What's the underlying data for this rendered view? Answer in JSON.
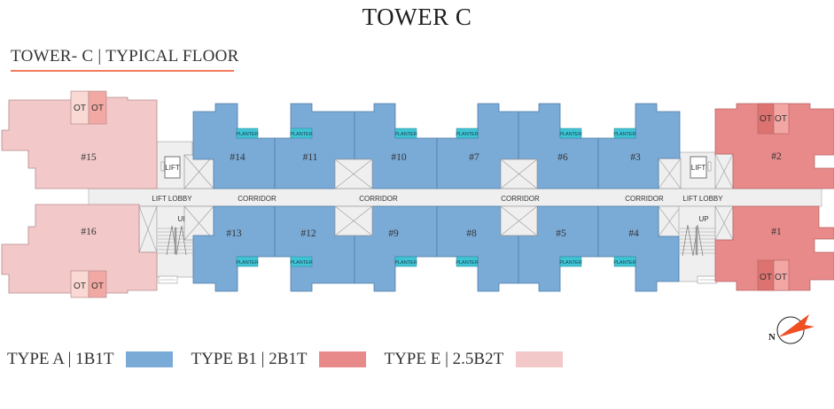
{
  "page_title": "TOWER C",
  "subtitle": "TOWER- C | TYPICAL FLOOR",
  "colors": {
    "type_a": "#7aaad6",
    "type_b1": "#e8898a",
    "type_e": "#f2c8c9",
    "planter": "#3ec4d4",
    "circulation": "#efefef",
    "accent": "#f07c5c"
  },
  "plan_labels": {
    "lift": "LIFT",
    "lift_lobby": "LIFT LOBBY",
    "corridor": "CORRIDOR",
    "up": "UP",
    "planter": "PLANTER",
    "ot": "OT"
  },
  "units": {
    "u1": "#1",
    "u2": "#2",
    "u3": "#3",
    "u4": "#4",
    "u5": "#5",
    "u6": "#6",
    "u7": "#7",
    "u8": "#8",
    "u9": "#9",
    "u10": "#10",
    "u11": "#11",
    "u12": "#12",
    "u13": "#13",
    "u14": "#14",
    "u15": "#15",
    "u16": "#16"
  },
  "compass": {
    "label": "N"
  },
  "legend": [
    {
      "label": "TYPE A | 1B1T",
      "color": "#7aaad6"
    },
    {
      "label": "TYPE B1 | 2B1T",
      "color": "#e8898a"
    },
    {
      "label": "TYPE E | 2.5B2T",
      "color": "#f2c8c9"
    }
  ]
}
